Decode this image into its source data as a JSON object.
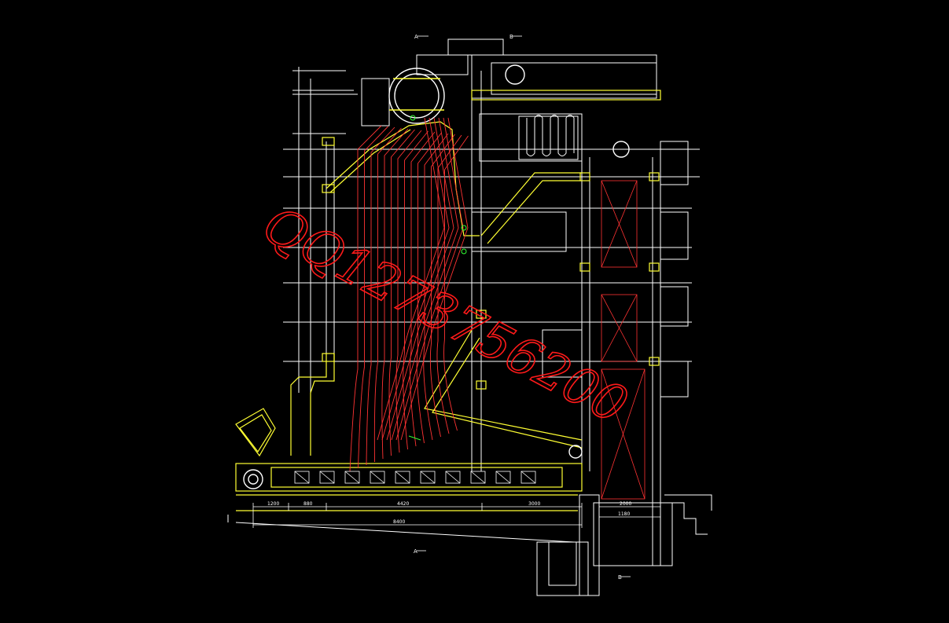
{
  "watermark": {
    "text": "QQ1273756200",
    "color": "#ff1a1a"
  },
  "section_labels": {
    "a_top": "A",
    "b_top": "B",
    "a_bottom": "A",
    "b_bottom": "B"
  },
  "dimensions": {
    "bottom_1": "1200",
    "bottom_2": "880",
    "bottom_3": "4420",
    "bottom_4": "3000",
    "bottom_total": "8400",
    "right_width": "2000",
    "right_sub": "1180"
  },
  "colors": {
    "background": "#000000",
    "outline": "#ffffff",
    "structure": "#ffff33",
    "tubes": "#ff3333",
    "marks": "#33ff33",
    "dimension_text": "#ffffff"
  }
}
